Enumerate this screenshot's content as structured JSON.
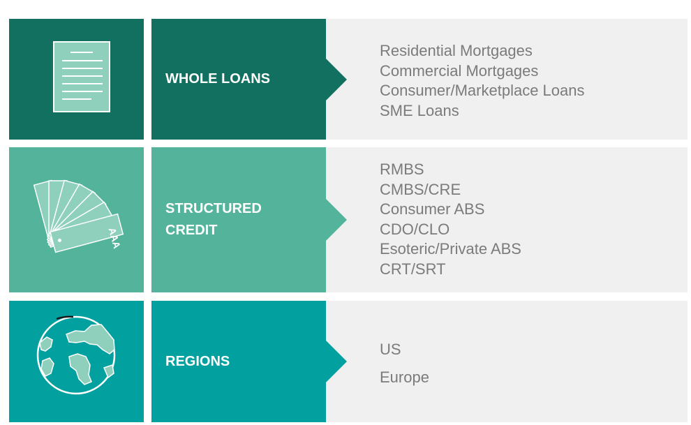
{
  "rows": [
    {
      "label": "WHOLE LOANS",
      "icon": "document-icon",
      "items": [
        "Residential Mortgages",
        "Commercial Mortgages",
        "Consumer/Marketplace Loans",
        "SME Loans"
      ]
    },
    {
      "label": "STRUCTURED\nCREDIT",
      "icon": "rating-cards-fan-icon",
      "card_text": "AAA",
      "items": [
        "RMBS",
        "CMBS/CRE",
        "Consumer ABS",
        "CDO/CLO",
        "Esoteric/Private ABS",
        "CRT/SRT"
      ]
    },
    {
      "label": "REGIONS",
      "icon": "globe-icon",
      "items": [
        "US",
        "Europe"
      ]
    }
  ],
  "colors": {
    "row1": "#117060",
    "row2": "#53b39b",
    "row3": "#03a0a0",
    "list_background": "#f0f0f0",
    "list_text": "#7b7b7b",
    "icon_fill": "#8fd0bd"
  }
}
